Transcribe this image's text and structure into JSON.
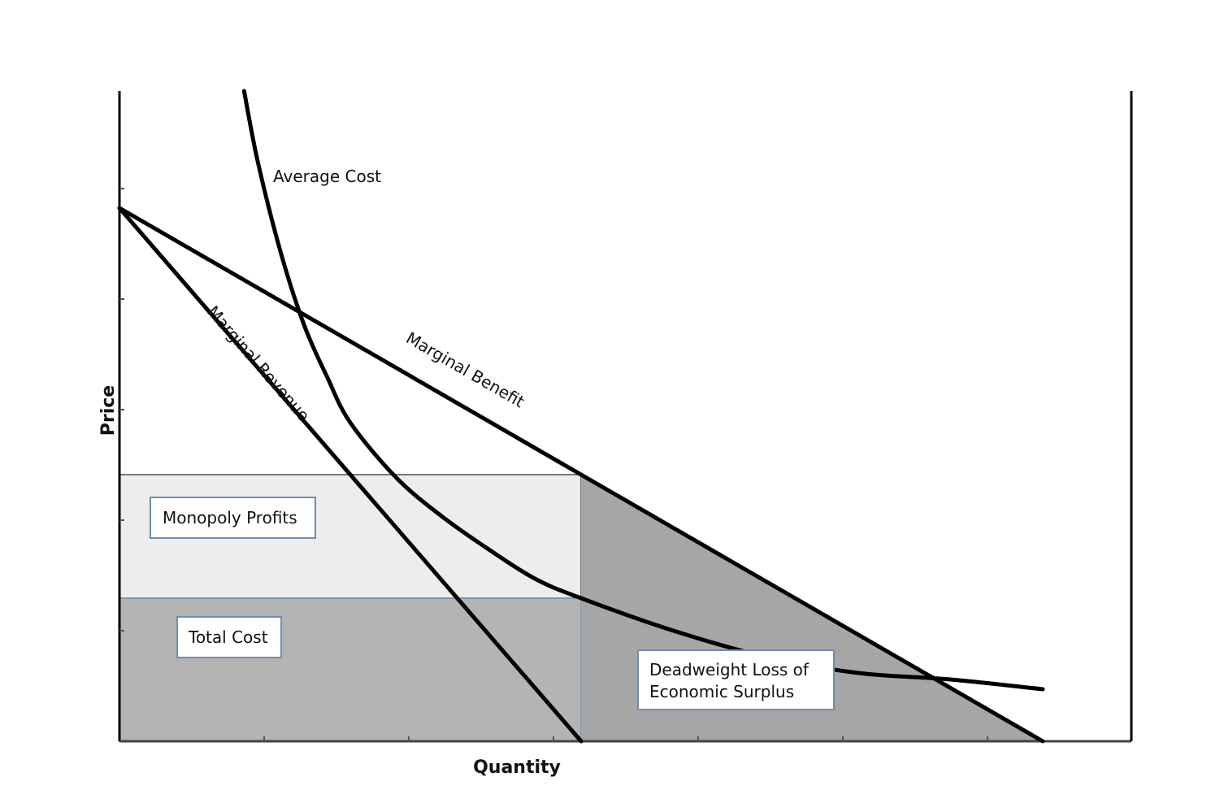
{
  "chart_data": {
    "type": "area",
    "title": "",
    "xlabel": "Quantity",
    "ylabel": "Price",
    "xlim": [
      0,
      10
    ],
    "ylim": [
      0,
      10
    ],
    "grid": false,
    "series": [
      {
        "name": "Marginal Benefit",
        "x": [
          0,
          10
        ],
        "y": [
          8.2,
          0
        ]
      },
      {
        "name": "Marginal Revenue",
        "x": [
          0,
          5
        ],
        "y": [
          8.2,
          0
        ]
      },
      {
        "name": "Average Cost",
        "x": [
          1.35,
          1.5,
          1.75,
          2.0,
          2.25,
          2.5,
          3.0,
          3.5,
          4.0,
          4.5,
          5.0,
          6.0,
          7.0,
          8.0,
          9.0,
          10.0
        ],
        "y": [
          10.0,
          8.9,
          7.5,
          6.4,
          5.6,
          4.9,
          4.05,
          3.45,
          2.95,
          2.5,
          2.2,
          1.7,
          1.3,
          1.05,
          0.95,
          0.8
        ]
      }
    ],
    "regions": [
      {
        "label": "Monopoly Profits",
        "x": [
          0,
          5
        ],
        "y": [
          2.2,
          4.1
        ]
      },
      {
        "label": "Total Cost",
        "x": [
          0,
          5
        ],
        "y": [
          0,
          2.2
        ]
      },
      {
        "label": "Deadweight Loss of Economic Surplus",
        "lines": [
          "Deadweight Loss of",
          "Economic Surplus"
        ],
        "vertices": [
          [
            5,
            0
          ],
          [
            5,
            4.1
          ],
          [
            10,
            0
          ]
        ]
      }
    ]
  },
  "colors": {
    "curve": "#000000",
    "axis": "#000000",
    "monopoly_profits_fill": "#ededec",
    "total_cost_fill": "#b4b4b4",
    "deadweight_fill": "#a6a6a6",
    "total_cost_border": "#7f97ad",
    "label_box_border": "#6f8fb0"
  }
}
